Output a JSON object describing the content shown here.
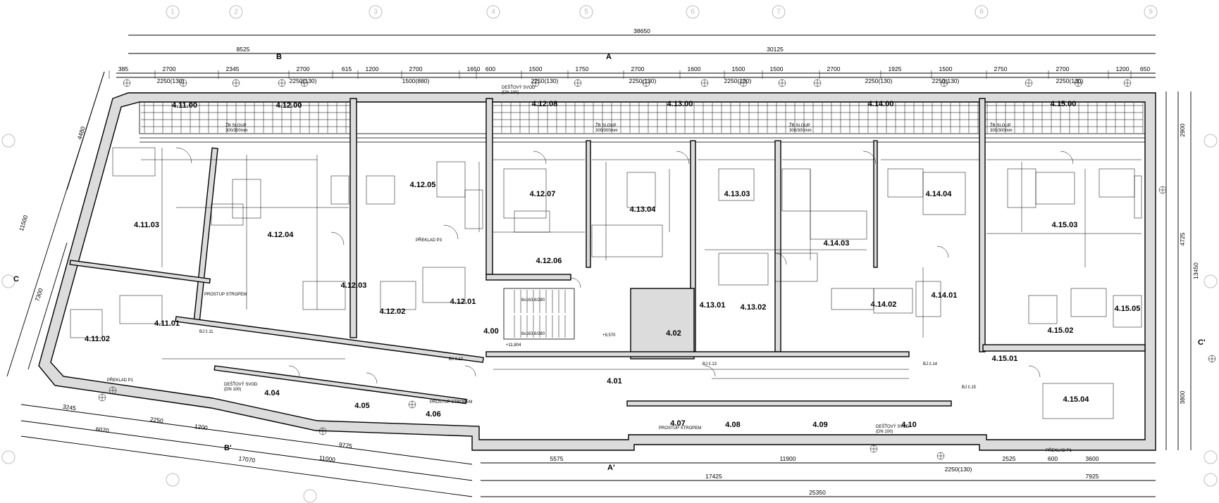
{
  "axes": {
    "numbered": [
      "1",
      "2",
      "3",
      "4",
      "5",
      "6",
      "7",
      "8",
      "9"
    ],
    "lettered": [
      "A",
      "B",
      "C"
    ]
  },
  "overall_dims": {
    "total": "38650",
    "left_part": "8525",
    "right_part": "30125",
    "bottom_total": "25350",
    "bottom_mid": "17425",
    "bottom_left": "17070",
    "side_left": "11500",
    "side_right": "13450"
  },
  "top_dims": [
    "385",
    "2700",
    "2345",
    "2700",
    "615",
    "1200",
    "2700",
    "1650",
    "600",
    "1500",
    "1750",
    "2700",
    "1600",
    "1500",
    "1500",
    "2700",
    "1925",
    "1500",
    "2750",
    "2700",
    "1200",
    "650"
  ],
  "window_dims": [
    "2250(130)",
    "2250(130)",
    "1500(880)",
    "2250(130)",
    "2250(130)",
    "2250(130)",
    "2250(130)",
    "2250(130)",
    "2250(130)"
  ],
  "bottom_dims": [
    "5575",
    "11900",
    "2250(130)",
    "2525",
    "600",
    "3600",
    "7925",
    "11000",
    "9775",
    "3245",
    "2250",
    "1200",
    "6070"
  ],
  "rooms": {
    "balconies": [
      "4.11.00",
      "4.12.00",
      "4.12.08",
      "4.13.00",
      "4.14.00",
      "4.15.00"
    ],
    "living": [
      "4.11.03",
      "4.12.04",
      "4.12.05",
      "4.12.07",
      "4.13.04",
      "4.13.03",
      "4.14.03",
      "4.14.04",
      "4.15.03"
    ],
    "service": [
      "4.11.01",
      "4.11.02",
      "4.12.03",
      "4.12.02",
      "4.12.01",
      "4.12.06",
      "4.00",
      "4.02",
      "4.13.01",
      "4.13.02",
      "4.14.02",
      "4.14.01",
      "4.15.02",
      "4.15.05",
      "4.15.01",
      "4.15.04"
    ],
    "corridor": [
      "4.01",
      "4.04",
      "4.05",
      "4.06",
      "4.07",
      "4.08",
      "4.09",
      "4.10"
    ]
  },
  "notes": {
    "drainage": "DEŠŤOVÝ SVOD",
    "drainage_dn": "(DN 100)",
    "column": "ŽB SLOUP",
    "column_size": "300/300mm",
    "through_ceiling": "PROSTUP STROPEM",
    "elevation": "+11,804",
    "elevation2": "+9,570",
    "lintel": "PŘEKLAD P1",
    "lintel3": "PŘEKLAD P3",
    "stair": "8x163,6/280",
    "bj1": "BJ č.11",
    "bj2": "BJ č.12",
    "bj3": "BJ č.13",
    "bj4": "BJ č.14",
    "bj5": "BJ č.15"
  },
  "colors": {
    "wall_fill": "#dcdcdc",
    "line": "#000000",
    "axis": "#bdbdbd"
  }
}
